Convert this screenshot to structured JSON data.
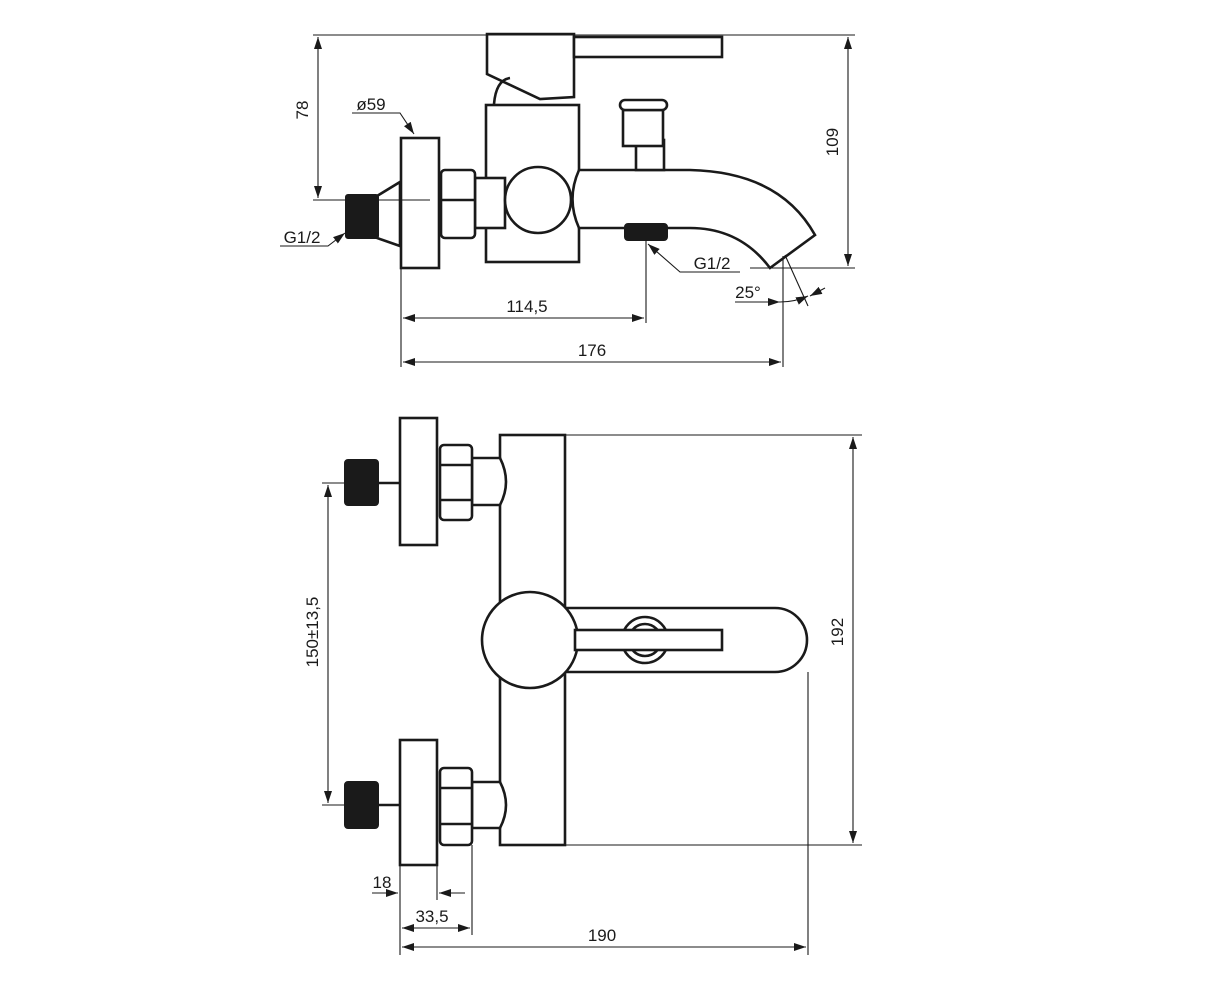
{
  "title": "Bath mixer dimension drawing",
  "side_view": {
    "dim_height_to_inlet": "78",
    "dim_total_height": "109",
    "flange_diameter": "ø59",
    "inlet_thread": "G1/2",
    "shower_outlet_thread": "G1/2",
    "spout_angle": "25°",
    "dim_outlet_distance": "114,5",
    "dim_spout_projection": "176"
  },
  "front_view": {
    "dim_inlet_spacing": "150±13,5",
    "dim_total_width": "192",
    "dim_flange_depth": "18",
    "dim_nut_offset": "33,5",
    "dim_total_depth": "190"
  }
}
